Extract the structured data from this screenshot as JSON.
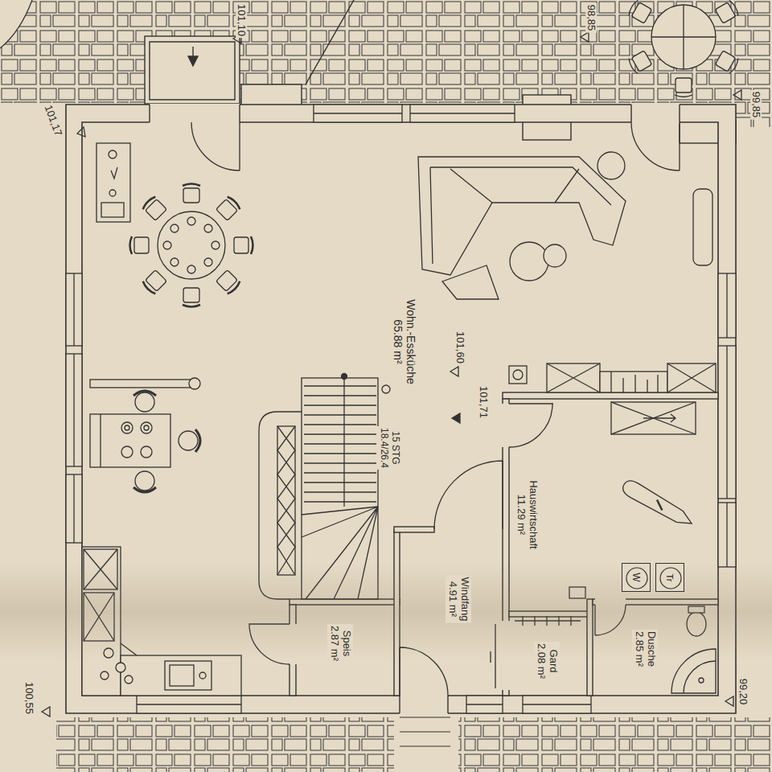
{
  "diagram": {
    "nodes": [
      {
        "text": [
          "Wohn.-Essküche",
          "65.88 m²"
        ]
      },
      {
        "text": [
          "15 STG",
          "18.4/26.4"
        ]
      },
      {
        "text": [
          "Hauswirtschaft",
          "11.29 m²"
        ]
      },
      {
        "text": [
          "Windfang",
          "4.91 m²"
        ]
      },
      {
        "text": [
          "Speis",
          "2.87 m²"
        ]
      },
      {
        "text": [
          "Gard",
          "2.08 m²"
        ]
      },
      {
        "text": [
          "Dusche",
          "2.85 m²"
        ]
      },
      {
        "text": [
          "W"
        ],
        "in": 2
      },
      {
        "text": [
          "Tr"
        ],
        "in": 2
      }
    ],
    "labels": [
      "101,10",
      "98,85",
      "99,85",
      "101,17",
      "101,60",
      "101,71",
      "100,55",
      "99,20"
    ]
  }
}
